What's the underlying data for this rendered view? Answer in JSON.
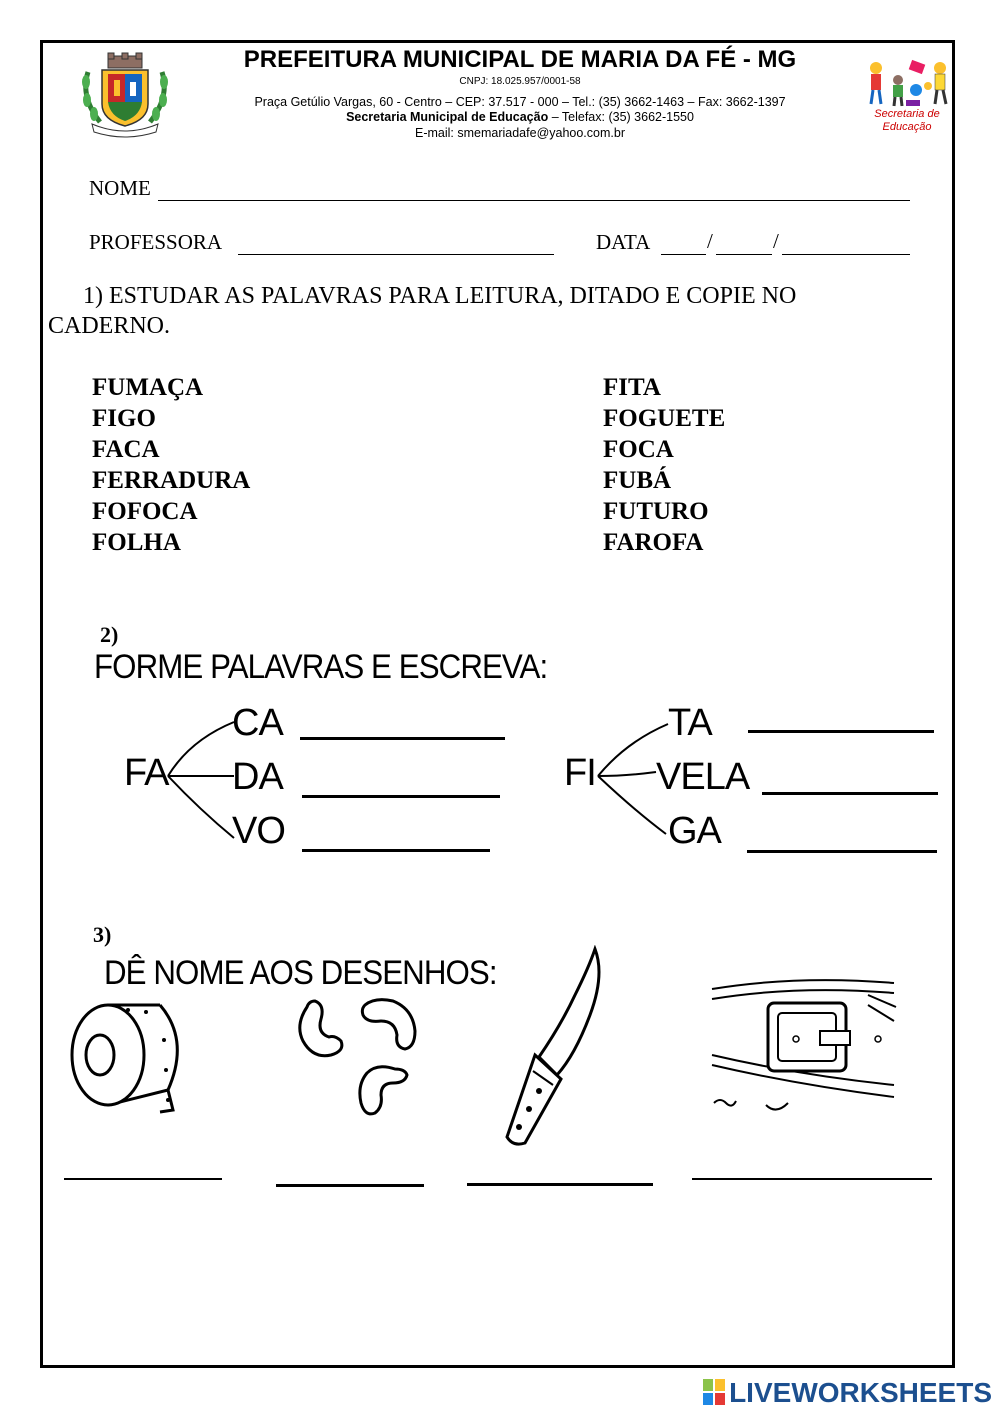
{
  "header": {
    "title": "PREFEITURA MUNICIPAL DE MARIA DA FÉ - MG",
    "cnpj": "CNPJ: 18.025.957/0001-58",
    "address": "Praça Getúlio Vargas, 60 - Centro – CEP: 37.517 - 000 – Tel.: (35) 3662-1463 – Fax: 3662-1397",
    "secretaria_bold": "Secretaria Municipal de Educação",
    "secretaria_rest": " – Telefax: (35) 3662-1550",
    "email": "E-mail:  smemariadafe@yahoo.com.br",
    "logo_label_line1": "Secretaria de",
    "logo_label_line2": "Educação"
  },
  "fields": {
    "nome": "NOME",
    "professora": "PROFESSORA",
    "data": "DATA"
  },
  "q1": {
    "text_line1": "1) ESTUDAR AS PALAVRAS PARA LEITURA, DITADO E COPIE NO",
    "text_line2": "CADERNO.",
    "words_left": [
      "FUMAÇA",
      "FIGO",
      "FACA",
      "FERRADURA",
      "FOFOCA",
      "FOLHA"
    ],
    "words_right": [
      "FITA",
      "FOGUETE",
      "FOCA",
      "FUBÁ",
      "FUTURO",
      "FAROFA"
    ]
  },
  "q2": {
    "number": "2)",
    "instruction": "FORME PALAVRAS E ESCREVA:",
    "left_root": "FA",
    "left_syllables": [
      "CA",
      "DA",
      "VO"
    ],
    "right_root": "FI",
    "right_syllables": [
      "TA",
      "VELA",
      "GA"
    ]
  },
  "q3": {
    "number": "3)",
    "instruction": "DÊ NOME AOS DESENHOS:",
    "drawings": [
      "fita-icon",
      "feijao-icon",
      "faca-icon",
      "fivela-icon"
    ]
  },
  "footer": {
    "brand": "LIVEWORKSHEETS"
  }
}
